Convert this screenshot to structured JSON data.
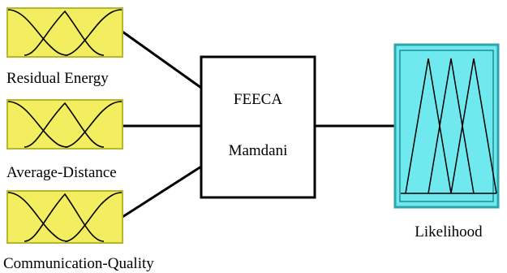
{
  "inputs": [
    {
      "label": "Residual Energy"
    },
    {
      "label": "Average-Distance"
    },
    {
      "label": "Communication-Quality"
    }
  ],
  "system": {
    "name": "FEECA",
    "method": "Mamdani"
  },
  "output": {
    "label": "Likelihood"
  },
  "colors": {
    "input_fill": "#f2ee60",
    "input_border": "#b7b42e",
    "output_fill": "#6fe8ee",
    "output_border": "#2ca5ad",
    "lines": "#000000"
  },
  "icons": {
    "input_mf": "bell-membership-functions-icon",
    "output_mf": "triangular-membership-functions-icon"
  }
}
